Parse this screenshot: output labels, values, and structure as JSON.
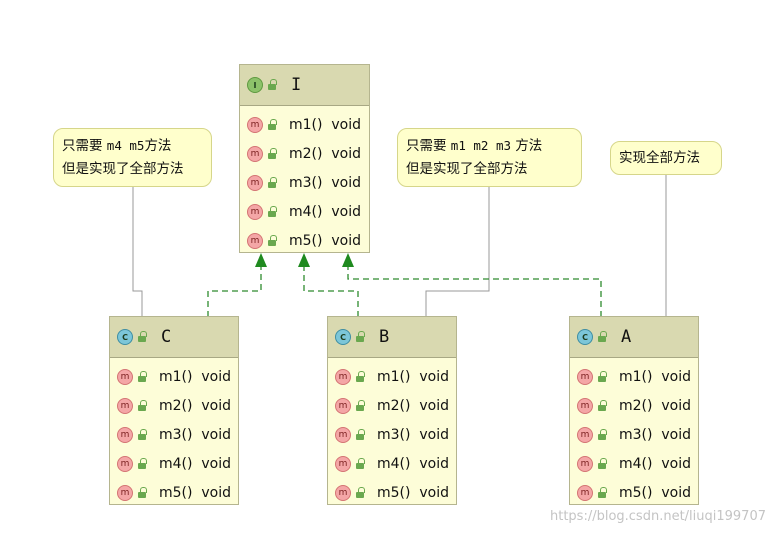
{
  "interface": {
    "badge": "I",
    "name": "I",
    "methods": [
      {
        "badge": "m",
        "signature": "m1()  void"
      },
      {
        "badge": "m",
        "signature": "m2()  void"
      },
      {
        "badge": "m",
        "signature": "m3()  void"
      },
      {
        "badge": "m",
        "signature": "m4()  void"
      },
      {
        "badge": "m",
        "signature": "m5()  void"
      }
    ]
  },
  "classes": [
    {
      "badge": "C",
      "name": "C",
      "methods": [
        {
          "badge": "m",
          "signature": "m1()  void"
        },
        {
          "badge": "m",
          "signature": "m2()  void"
        },
        {
          "badge": "m",
          "signature": "m3()  void"
        },
        {
          "badge": "m",
          "signature": "m4()  void"
        },
        {
          "badge": "m",
          "signature": "m5()  void"
        }
      ]
    },
    {
      "badge": "C",
      "name": "B",
      "methods": [
        {
          "badge": "m",
          "signature": "m1()  void"
        },
        {
          "badge": "m",
          "signature": "m2()  void"
        },
        {
          "badge": "m",
          "signature": "m3()  void"
        },
        {
          "badge": "m",
          "signature": "m4()  void"
        },
        {
          "badge": "m",
          "signature": "m5()  void"
        }
      ]
    },
    {
      "badge": "C",
      "name": "A",
      "methods": [
        {
          "badge": "m",
          "signature": "m1()  void"
        },
        {
          "badge": "m",
          "signature": "m2()  void"
        },
        {
          "badge": "m",
          "signature": "m3()  void"
        },
        {
          "badge": "m",
          "signature": "m4()  void"
        },
        {
          "badge": "m",
          "signature": "m5()  void"
        }
      ]
    }
  ],
  "notes": {
    "c": {
      "prefix": "只需要 ",
      "methods": "m4 m5",
      "suffix": "方法",
      "line2": "但是实现了全部方法"
    },
    "b": {
      "prefix": "只需要 ",
      "methods": "m1 m2 m3",
      "suffix": " 方法",
      "line2": "但是实现了全部方法"
    },
    "a": {
      "text": "实现全部方法"
    }
  },
  "watermark": "https://blog.csdn.net/liuqi199707",
  "colors": {
    "header": "#d9d9b0",
    "body": "#fdfdd8",
    "note": "#ffffcc",
    "arrow": "#2e8b2e",
    "connector": "#999999"
  },
  "icons": {
    "interface": "interface-badge-icon",
    "class": "class-badge-icon",
    "method": "method-badge-icon",
    "visibility": "public-lock-icon"
  }
}
